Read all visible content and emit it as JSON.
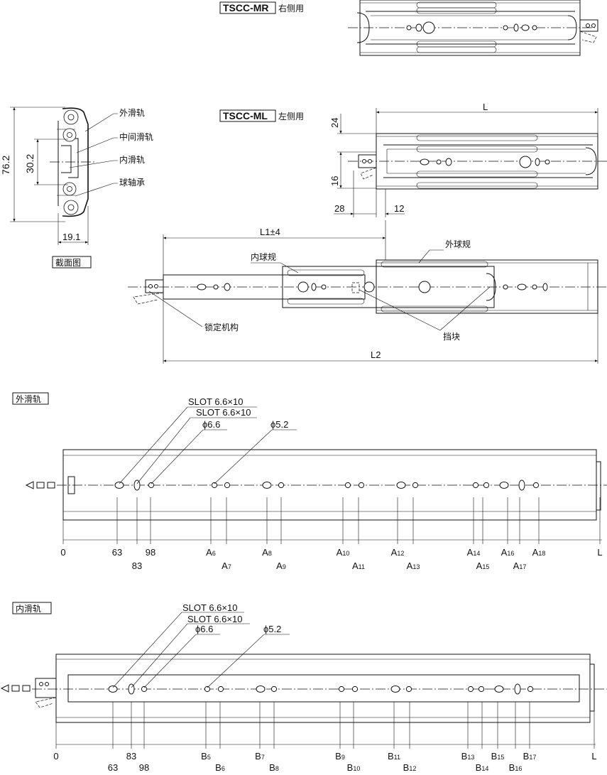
{
  "views": {
    "mr_label": "TSCC-MR",
    "mr_side": "右侧用",
    "ml_label": "TSCC-ML",
    "ml_side": "左侧用"
  },
  "section": {
    "title": "截面图",
    "dim_height": "76.2",
    "dim_inner": "30.2",
    "dim_width": "19.1",
    "label_outer": "外滑轨",
    "label_middle": "中间滑轨",
    "label_inner": "内滑轨",
    "label_ball": "球轴承"
  },
  "ml_dims": {
    "L": "L",
    "d24": "24",
    "d16": "16",
    "d28": "28",
    "d12": "12"
  },
  "extended": {
    "L1": "L1±4",
    "L2": "L2",
    "inner_ball": "内球规",
    "outer_ball": "外球规",
    "lock": "锁定机构",
    "stopper": "挡块"
  },
  "outer_rail": {
    "title": "外滑轨",
    "callouts": [
      "SLOT 6.6×10",
      "SLOT 6.6×10",
      "ϕ6.6",
      "ϕ5.2"
    ],
    "dims_top": [
      "0",
      "63",
      "98",
      "A6",
      "A8",
      "A10",
      "A12",
      "A14",
      "A16",
      "A18",
      "L"
    ],
    "dims_bottom": [
      "83",
      "A7",
      "A9",
      "A11",
      "A13",
      "A15",
      "A17"
    ]
  },
  "inner_rail": {
    "title": "内滑轨",
    "callouts": [
      "SLOT 6.6×10",
      "SLOT 6.6×10",
      "ϕ6.6",
      "ϕ5.2"
    ],
    "dims_top": [
      "0",
      "83",
      "B5",
      "B7",
      "B9",
      "B11",
      "B13",
      "B15",
      "B17",
      "L"
    ],
    "dims_bottom": [
      "63",
      "98",
      "B6",
      "B8",
      "B10",
      "B12",
      "B14",
      "B16"
    ]
  }
}
